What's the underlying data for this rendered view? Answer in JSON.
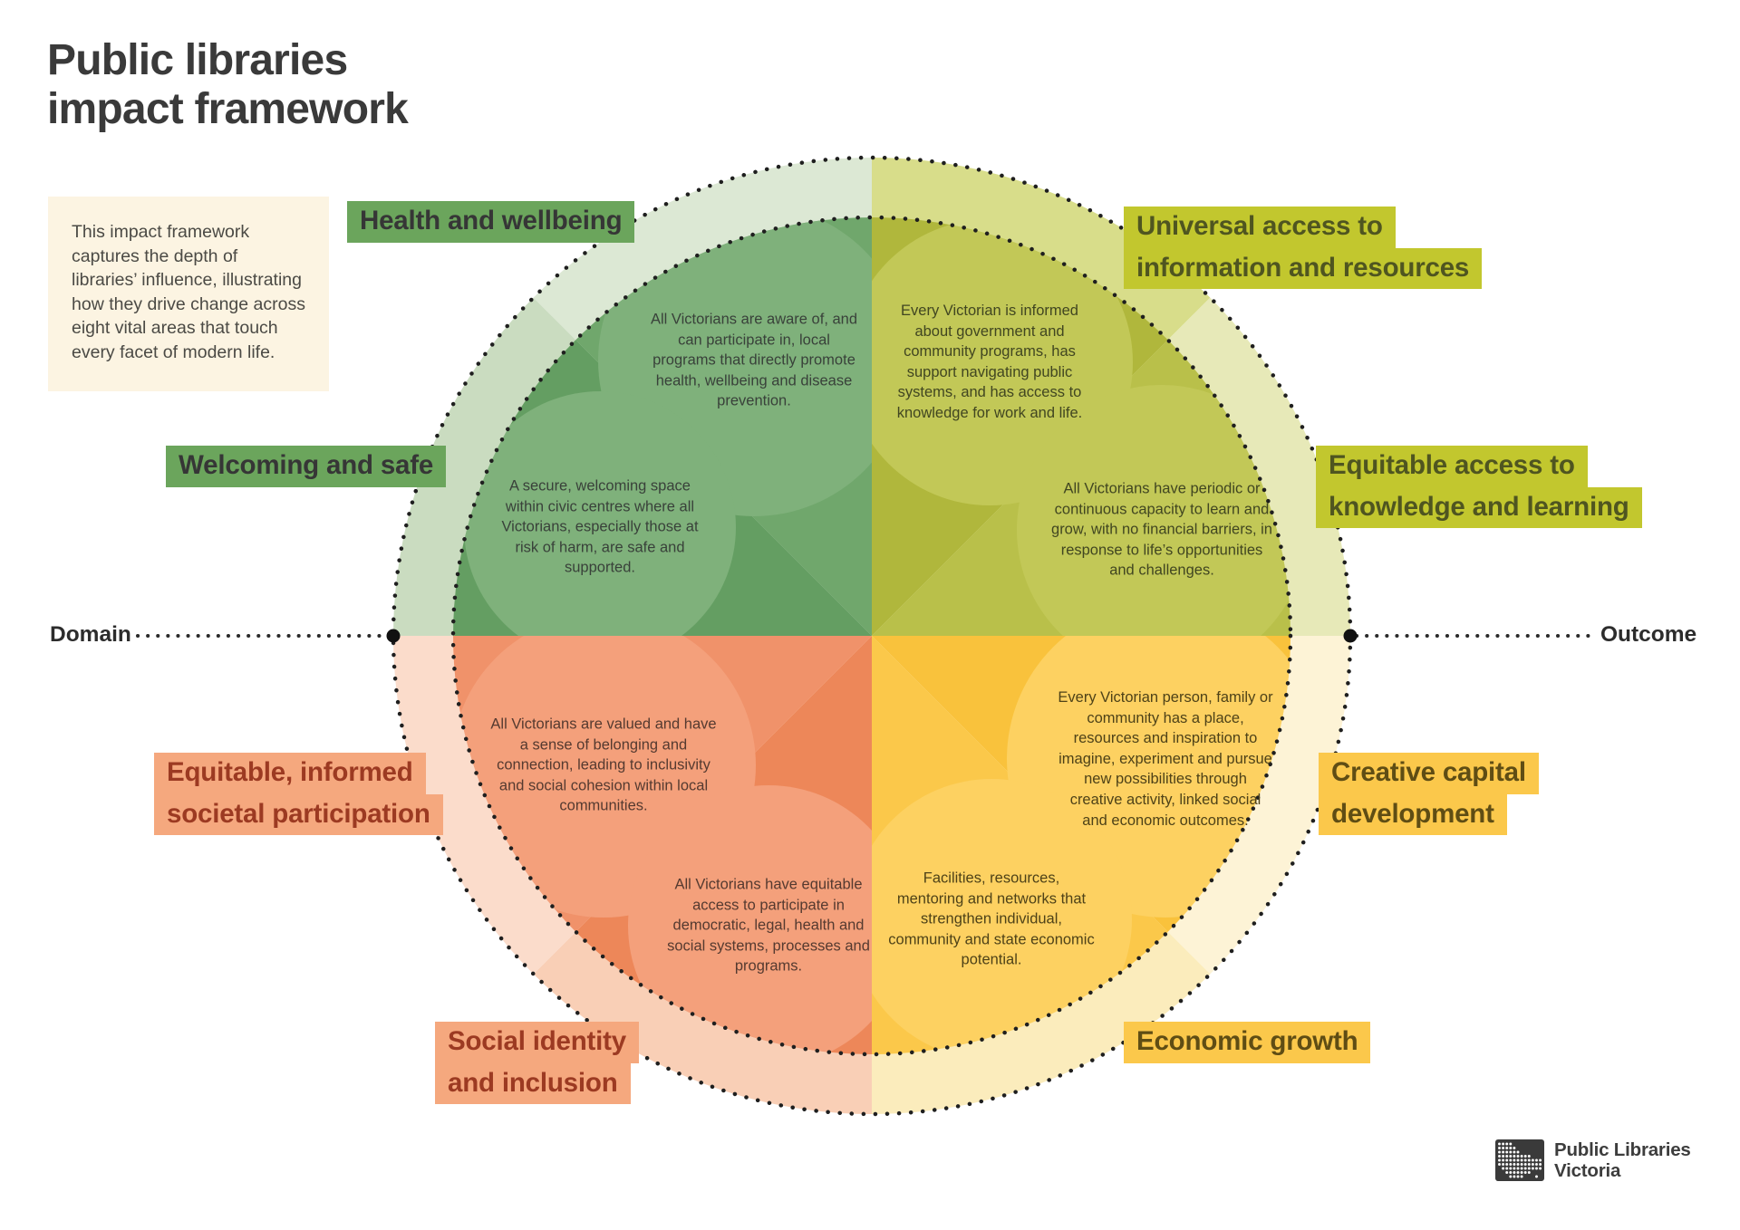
{
  "title": {
    "lines": [
      "Public libraries",
      "impact framework"
    ]
  },
  "intro": {
    "text": "This impact framework captures the depth of libraries’ influence, illustrating how they drive change across eight vital areas that touch every facet of modern life."
  },
  "axis": {
    "domain": "Domain",
    "outcome": "Outcome"
  },
  "labels": {
    "health": {
      "lines": [
        "Health and wellbeing"
      ]
    },
    "universal": {
      "lines": [
        "Universal access to",
        "information and resources"
      ]
    },
    "welcoming": {
      "lines": [
        "Welcoming and safe"
      ]
    },
    "equitable_knowledge": {
      "lines": [
        "Equitable access to",
        "knowledge and learning"
      ]
    },
    "societal": {
      "lines": [
        "Equitable, informed",
        "societal participation"
      ]
    },
    "creative": {
      "lines": [
        "Creative capital",
        "development"
      ]
    },
    "social_identity": {
      "lines": [
        "Social identity",
        "and inclusion"
      ]
    },
    "economic": {
      "lines": [
        "Economic growth"
      ]
    }
  },
  "outcomes": {
    "health": "All Victorians are aware of, and can participate in, local programs that directly promote health, wellbeing and disease prevention.",
    "welcoming": "A secure, welcoming space within civic centres where all Victorians, especially those at risk of harm, are safe and supported.",
    "universal": "Every Victorian is informed about government and community programs, has support navigating public systems, and has access to knowledge for work and life.",
    "equitable_knowledge": "All Victorians have periodic or continuous capacity to learn and grow, with no financial barriers, in response to life’s opportunities and challenges.",
    "societal": "All Victorians are valued and have a sense of belonging and connection, leading to inclusivity and social cohesion within local communities.",
    "social_identity": "All Victorians have equitable access to participate in democratic, legal, health and social systems, processes and programs.",
    "creative": "Every Victorian person, family or community has a place, resources and inspiration to imagine, experiment and pursue new possibilities through creative activity, linked social and economic outcomes.",
    "economic": "Facilities, resources, mentoring and networks that strengthen individual, community and state economic potential."
  },
  "logo": {
    "lines": [
      "Public Libraries",
      "Victoria"
    ]
  },
  "palette": {
    "green_outer_n": "#dce8d4",
    "green_outer_w": "#cadcc0",
    "olive_outer_n": "#d8dd8a",
    "olive_outer_e": "#e7e9b8",
    "amber_outer_e": "#fdf3d6",
    "amber_outer_s": "#fbecbc",
    "salmon_outer_s": "#f9cfb6",
    "salmon_outer_w": "#fbdccb",
    "green_inner_n": "#70a76c",
    "green_inner_w": "#649e62",
    "olive_inner_n": "#b0b73c",
    "olive_inner_e": "#b9c04a",
    "amber_inner_e": "#f9c23c",
    "amber_inner_s": "#fbc84a",
    "salmon_inner_s": "#ed8759",
    "salmon_inner_w": "#f0926a",
    "green_blob": "#7fb17b",
    "olive_blob": "#c2c857",
    "amber_blob": "#fdd161",
    "salmon_blob": "#f4a07b",
    "dot_color": "#1f1f1f",
    "label_green_bg": "#6ba55c",
    "label_green_text": "#363636",
    "label_olive_bg": "#c2c72e",
    "label_olive_text": "#4f5520",
    "label_salmon_bg": "#f5a87e",
    "label_salmon_text": "#9c3a22",
    "label_amber_bg": "#fbc84b",
    "label_amber_text": "#5f4d14",
    "intro_bg": "#fcf4e2"
  }
}
